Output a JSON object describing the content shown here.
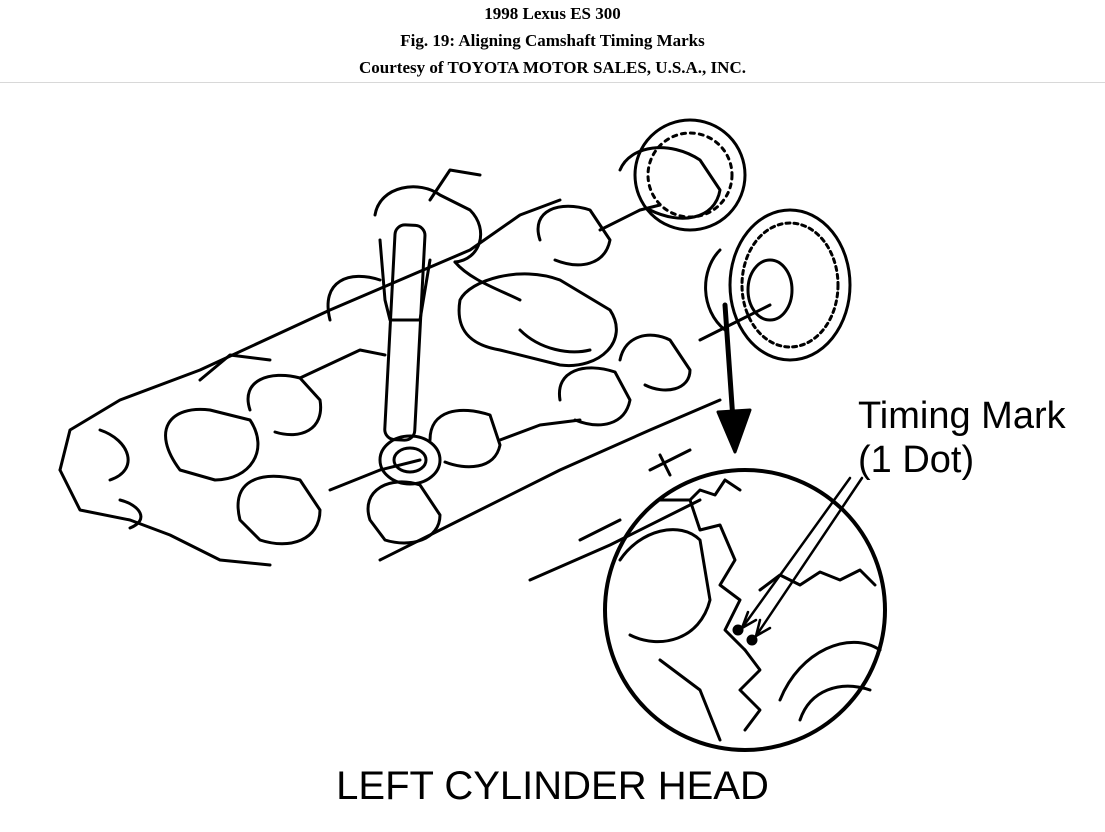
{
  "header": {
    "line1": "1998 Lexus ES 300",
    "line2": "Fig. 19: Aligning Camshaft Timing Marks",
    "line3": "Courtesy of TOYOTA MOTOR SALES, U.S.A., INC."
  },
  "labels": {
    "timing_mark": "Timing Mark",
    "timing_mark_detail": "(1 Dot)",
    "caption": "LEFT CYLINDER HEAD"
  },
  "colors": {
    "ink": "#000000",
    "background": "#ffffff"
  }
}
